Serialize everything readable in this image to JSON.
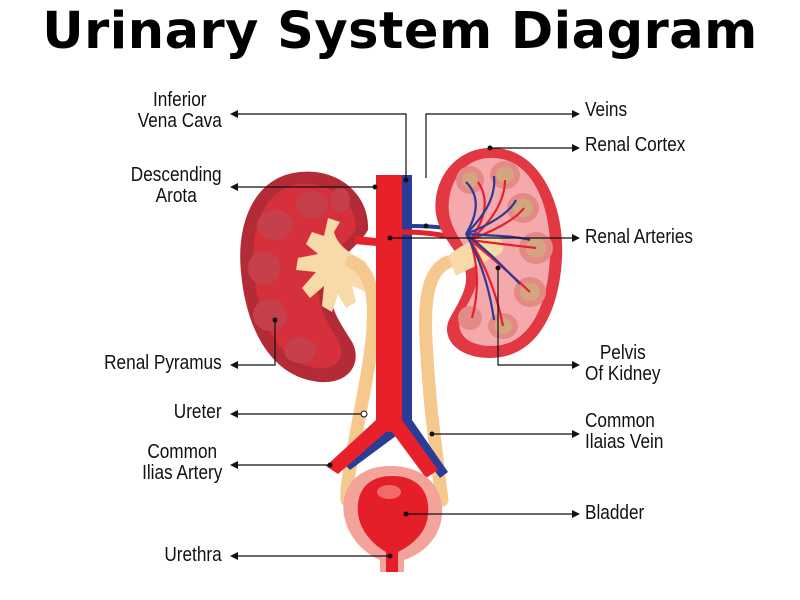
{
  "title": "Urinary System Diagram",
  "colors": {
    "kidney_dark": "#b32b36",
    "kidney_red": "#d93945",
    "kidney_light": "#f6a9ad",
    "pelvis": "#f8d9a8",
    "ureter": "#f5c98e",
    "artery": "#e8202a",
    "vein": "#2a3c96",
    "bladder_wall": "#f3a39a",
    "bladder_inner": "#e41f2a"
  },
  "labels_left": {
    "inferior_vena_cava": [
      "Inferior",
      "Vena Cava"
    ],
    "descending_aorta": [
      "Descending",
      "Arota"
    ],
    "renal_pyramus": [
      "Renal Pyramus"
    ],
    "ureter": [
      "Ureter"
    ],
    "common_ilias_artery": [
      "Common",
      "Ilias Artery"
    ],
    "urethra": [
      "Urethra"
    ]
  },
  "labels_right": {
    "veins": [
      "Veins"
    ],
    "renal_cortex": [
      "Renal Cortex"
    ],
    "renal_arteries": [
      "Renal Arteries"
    ],
    "pelvis_of_kidney": [
      "Pelvis",
      "Of Kidney"
    ],
    "common_ilaias_vein": [
      "Common",
      "Ilaias Vein"
    ],
    "bladder": [
      "Bladder"
    ]
  }
}
